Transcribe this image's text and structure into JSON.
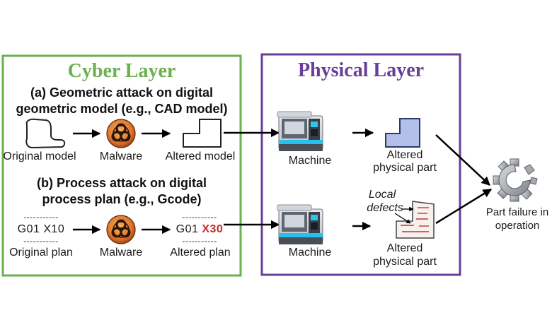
{
  "cyber_layer": {
    "title": "Cyber Layer",
    "color": "#6ab04c",
    "heading_a_line1": "(a) Geometric attack on digital",
    "heading_a_line2": "geometric model (e.g., CAD model)",
    "original_model_label": "Original model",
    "malware_label_a": "Malware",
    "altered_model_label": "Altered model",
    "heading_b_line1": "(b) Process attack on digital",
    "heading_b_line2": "process plan (e.g., Gcode)",
    "gcode_original": "G01 X10",
    "gcode_altered_prefix": "G01 ",
    "gcode_altered_value": "X30",
    "gcode_altered_color": "#c62828",
    "original_plan_label": "Original plan",
    "malware_label_b": "Malware",
    "altered_plan_label": "Altered plan",
    "dash_line": "-----------"
  },
  "physical_layer": {
    "title": "Physical Layer",
    "color": "#6a3d9a",
    "machine_label_a": "Machine",
    "altered_part_a_line1": "Altered",
    "altered_part_a_line2": "physical part",
    "machine_label_b": "Machine",
    "local_defects_line1": "Local",
    "local_defects_line2": "defects",
    "altered_part_b_line1": "Altered",
    "altered_part_b_line2": "physical part"
  },
  "outcome": {
    "line1": "Part failure in",
    "line2": "operation"
  },
  "icons": {
    "malware": "biohazard-icon",
    "machine": "cnc-machine-icon",
    "failure": "broken-gear-icon"
  }
}
